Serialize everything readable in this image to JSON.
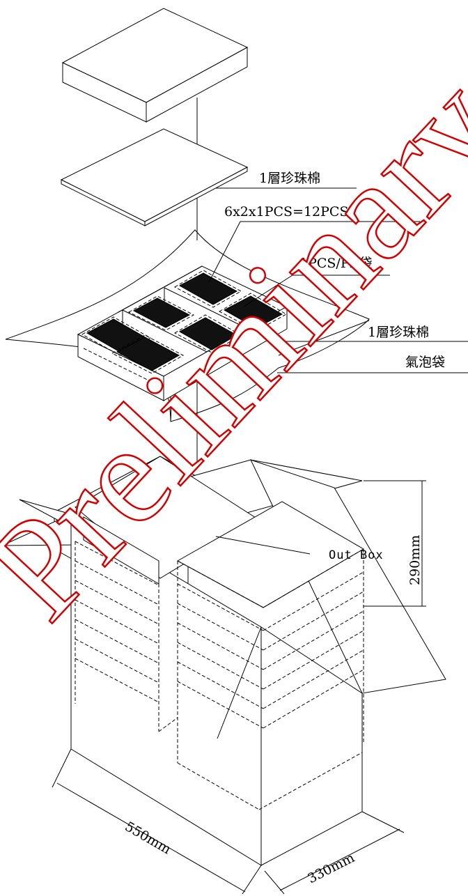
{
  "labels": {
    "pearl_foam_top": "1層珍珠棉",
    "quantity": "6x2x1PCS=12PCS",
    "pe_bag": "1PCS/PE袋",
    "pearl_foam_tray": "1層珍珠棉",
    "bubble_bag": "氣泡袋",
    "out_box": "Out Box"
  },
  "dimensions": {
    "length": "550mm",
    "width": "330mm",
    "height": "290mm"
  },
  "watermark": "Preliminary",
  "colors": {
    "line": "#000000",
    "watermark": "#d40000",
    "component": "#111111"
  }
}
